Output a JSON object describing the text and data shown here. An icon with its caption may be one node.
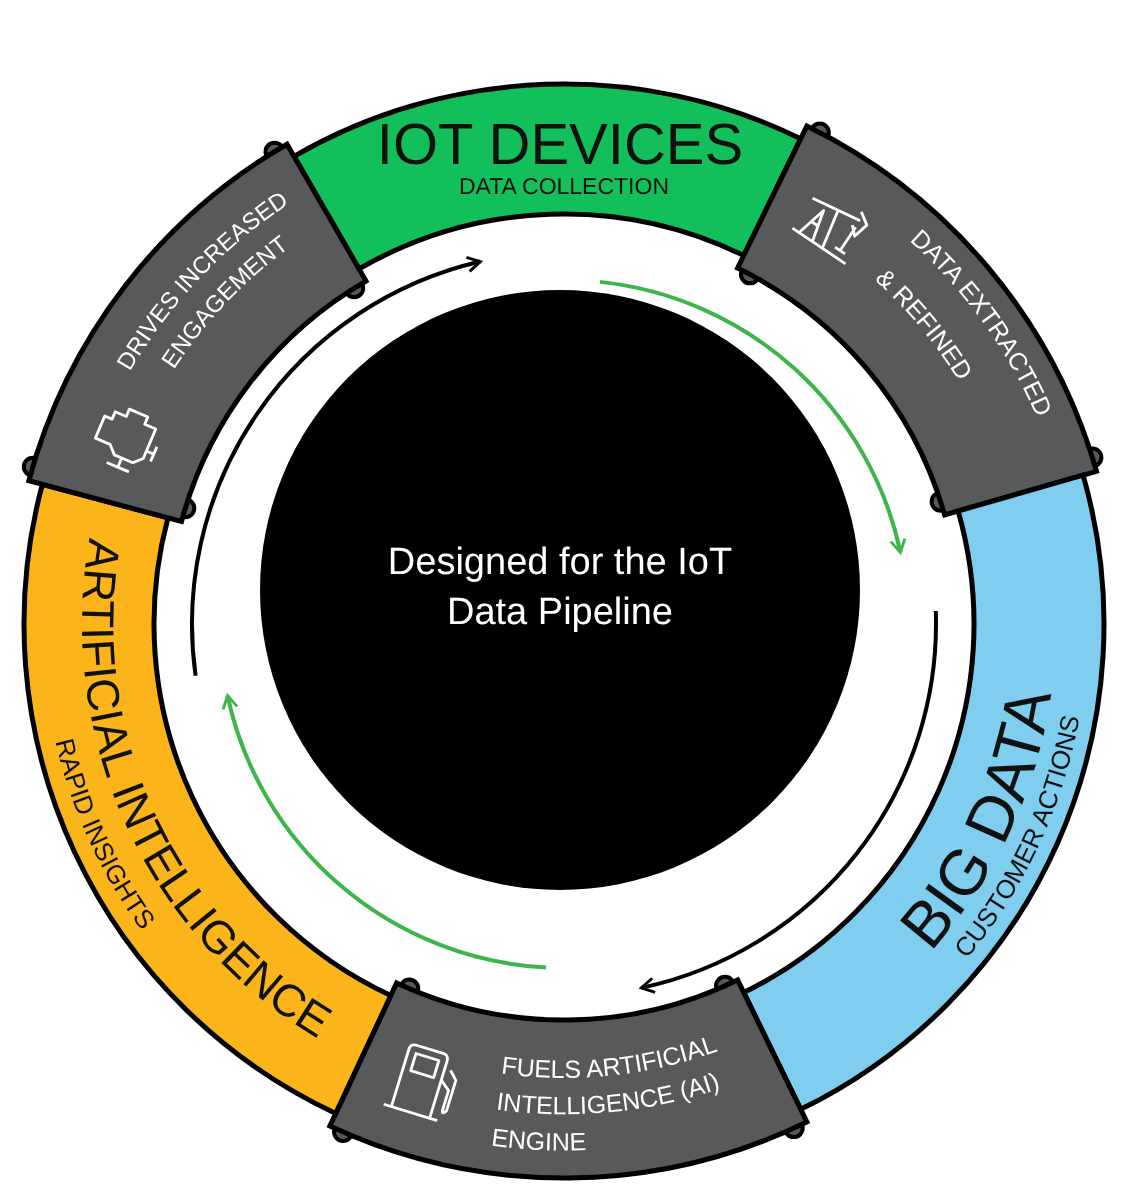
{
  "diagram": {
    "nodes": [
      {
        "text": [
          "Designed for the IoT Data Pipeline"
        ]
      },
      {
        "text": [
          "IOT DEVICES",
          "DATA COLLECTION"
        ]
      },
      {
        "text": [
          "DATA EXTRACTED & REFINED"
        ]
      },
      {
        "text": [
          "BIG DATA",
          "CUSTOMER ACTIONS"
        ]
      },
      {
        "text": [
          "FUELS ARTIFICIAL INTELLIGENCE (AI) ENGINE"
        ]
      },
      {
        "text": [
          "ARTIFICIAL INTELLIGENCE",
          "RAPID INSIGHTS"
        ]
      },
      {
        "text": [
          "DRIVES INCREASED ENGAGEMENT"
        ]
      }
    ]
  }
}
